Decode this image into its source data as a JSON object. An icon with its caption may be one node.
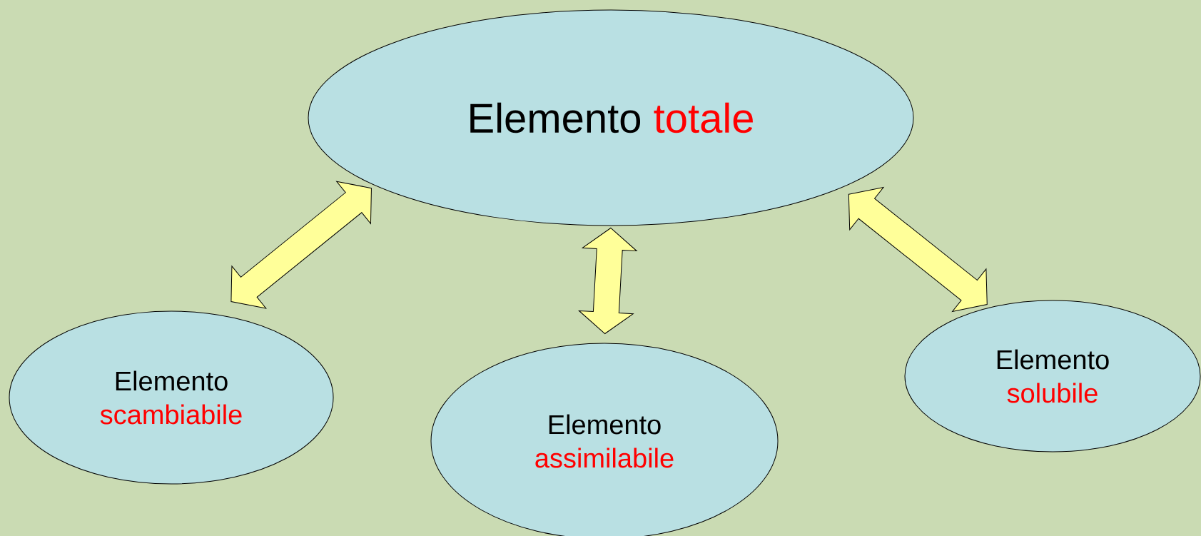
{
  "diagram": {
    "nodes": [
      {
        "text": [
          "Elemento",
          "totale"
        ]
      },
      {
        "text": [
          "Elemento",
          "scambiabile"
        ]
      },
      {
        "text": [
          "Elemento",
          "assimilabile"
        ]
      },
      {
        "text": [
          "Elemento",
          "solubile"
        ]
      }
    ],
    "edges": [
      {
        "from": 0,
        "to": 1,
        "arrow": "both"
      },
      {
        "from": 0,
        "to": 2,
        "arrow": "both"
      },
      {
        "from": 0,
        "to": 3,
        "arrow": "both"
      }
    ]
  }
}
